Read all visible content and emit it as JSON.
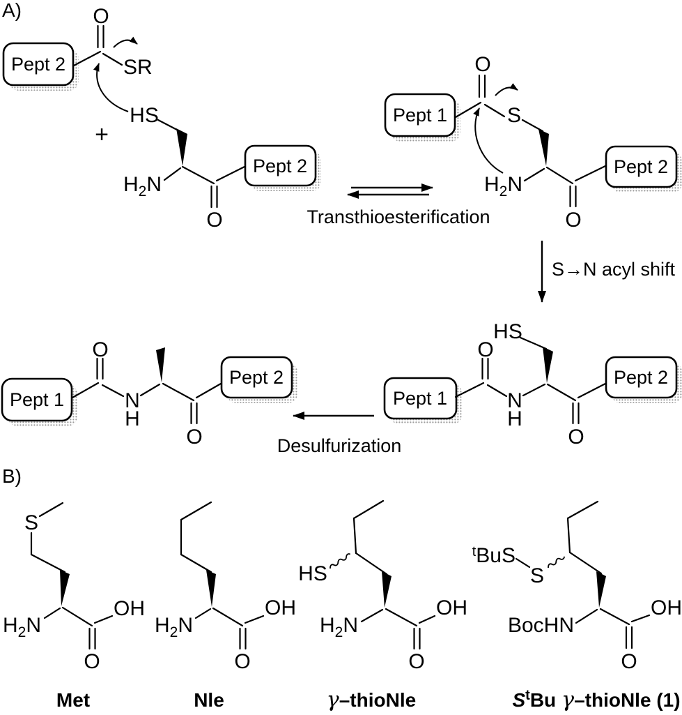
{
  "figure": {
    "panel_a_label": "A)",
    "panel_b_label": "B)"
  },
  "boxes": {
    "pept1": "Pept 1",
    "pept2": "Pept 2"
  },
  "steps": {
    "transthioesterification": "Transthioesterification",
    "acyl_shift": "S→N acyl shift",
    "desulfurization": "Desulfurization"
  },
  "atoms": {
    "o": "O",
    "oh": "OH",
    "s": "S",
    "sr": "SR",
    "hs": "HS",
    "n": "N",
    "h": "H",
    "plus": "+",
    "h2n": {
      "h": "H",
      "sub": "2",
      "n": "N"
    },
    "bochn": "BocHN",
    "tbus": {
      "sup": "t",
      "main": "BuS"
    }
  },
  "molecules": {
    "met": "Met",
    "nle": "Nle",
    "gthionle": {
      "gamma": "γ",
      "rest": "–thioNle"
    },
    "stbu": {
      "s": "S",
      "sup": "t",
      "bu": "Bu",
      "gamma": "γ",
      "rest": "–thioNle (1)"
    }
  },
  "colors": {
    "ink": "#000000",
    "shadow_dots": "#9b9b9b",
    "background": "#ffffff"
  }
}
